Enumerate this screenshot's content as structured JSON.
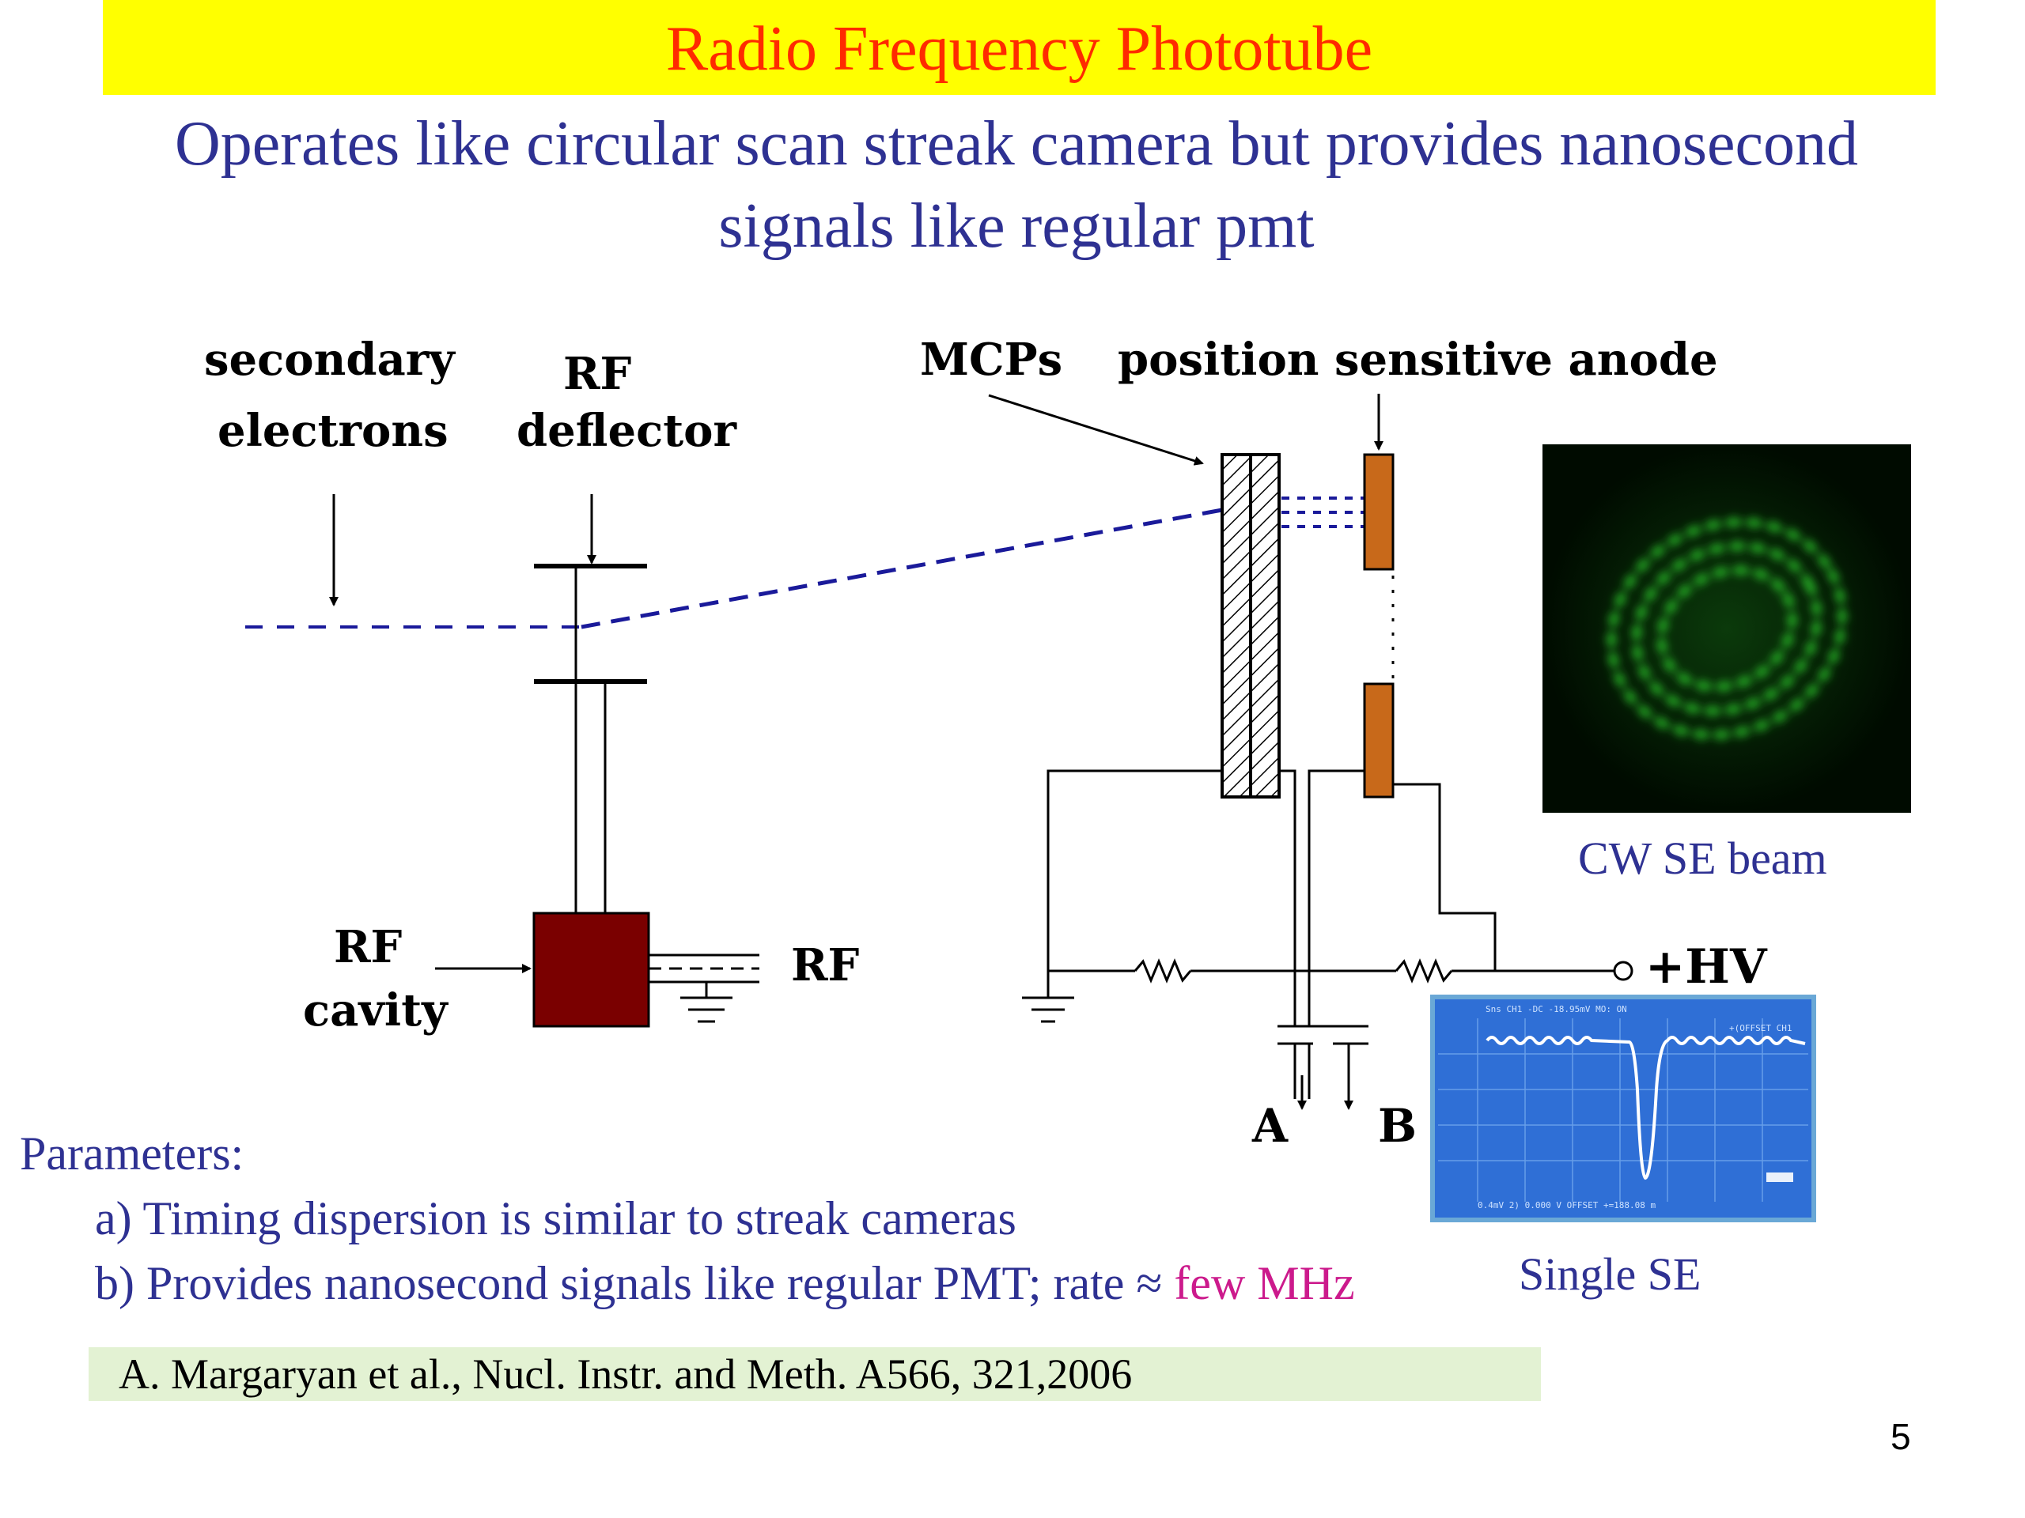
{
  "title": "Radio Frequency Phototube",
  "subtitle": "Operates like circular scan streak camera but provides nanosecond signals like regular pmt",
  "diagram": {
    "secondary_electrons_line1": "secondary",
    "secondary_electrons_line2": "electrons",
    "rf_deflector_line1": "RF",
    "rf_deflector_line2": "deflector",
    "mcps": "MCPs",
    "anode": "position sensitive anode",
    "rf_cavity_line1": "RF",
    "rf_cavity_line2": "cavity",
    "rf_input": "RF",
    "hv": "+HV",
    "output_a": "A",
    "output_b": "B"
  },
  "images": {
    "beam_caption": "CW SE beam",
    "scope_caption": "Single SE",
    "scope_top_text": "Sns CH1 -DC -18.95mV   MO: ON",
    "scope_offset_text": "+(OFFSET CH1",
    "scope_bottom_text": "0.4mV  2) 0.000 V  OFFSET +=188.08 m"
  },
  "parameters": {
    "heading": "Parameters:",
    "item_a": "a) Timing dispersion is similar to streak cameras",
    "item_b_prefix": "b) Provides nanosecond signals like regular PMT; rate ≈ ",
    "item_b_highlight": "few MHz"
  },
  "citation": "A. Margaryan et al., Nucl. Instr. and Meth. A566, 321,2006",
  "page_number": "5",
  "colors": {
    "title_bg": "#ffff00",
    "title_text": "#ff2a00",
    "body_text": "#2e3192",
    "highlight": "#cc1a8c",
    "citation_bg": "#e3f2d3",
    "rf_cavity": "#7a0000",
    "anode_segment": "#c8691a",
    "beam_green": "#2fd52f",
    "scope_screen": "#2f6fd6"
  }
}
